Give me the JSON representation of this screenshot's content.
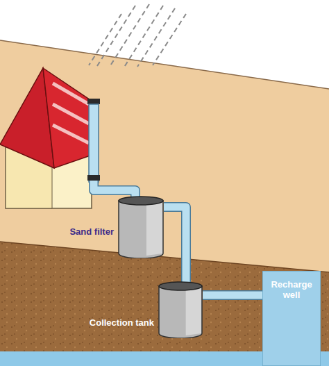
{
  "diagram": {
    "nodes": [
      {
        "text": [
          "Sand filter"
        ]
      },
      {
        "text": [
          "Collection tank"
        ]
      },
      {
        "text": [
          "Recharge well"
        ]
      }
    ],
    "edges": [
      {
        "from": 0,
        "to": 1,
        "arrow": "none"
      },
      {
        "from": 1,
        "to": 2,
        "arrow": "none"
      }
    ]
  }
}
